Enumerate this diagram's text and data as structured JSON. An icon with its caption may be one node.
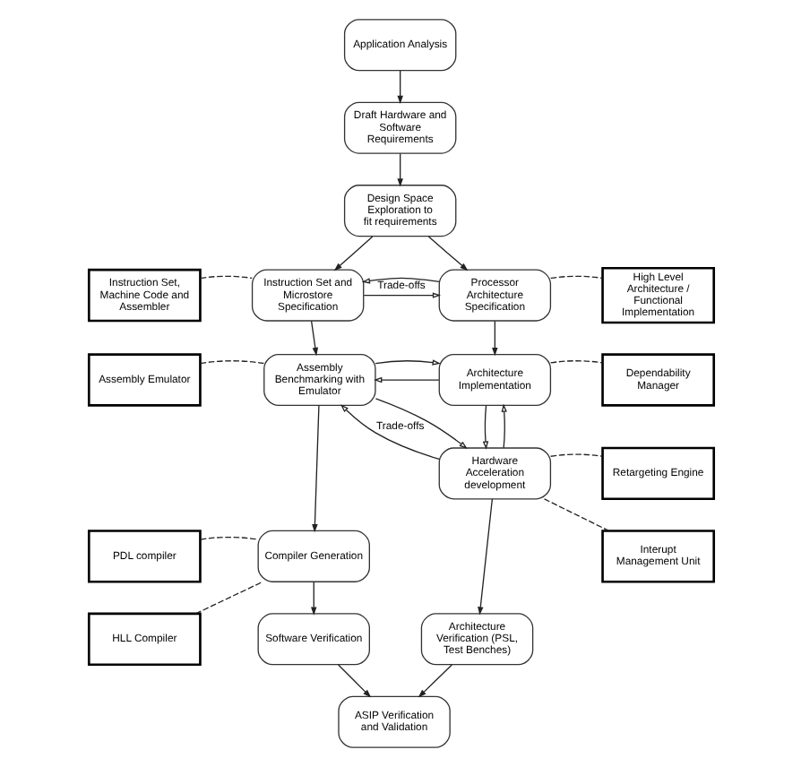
{
  "diagram": {
    "nodes": [
      {
        "text": [
          "Application Analysis"
        ]
      },
      {
        "text": [
          "Draft Hardware and Software Requirements"
        ]
      },
      {
        "text": [
          "Design Space Exploration to fit requirements"
        ]
      },
      {
        "text": [
          "Instruction Set, Machine Code and Assembler"
        ]
      },
      {
        "text": [
          "Instruction Set and Microstore Specification"
        ]
      },
      {
        "text": [
          "Processor Architecture Specification"
        ]
      },
      {
        "text": [
          "High Level Architecture / Functional Implementation"
        ]
      },
      {
        "text": [
          "Architecture Implementation"
        ]
      },
      {
        "text": [
          "Dependability Manager"
        ]
      },
      {
        "text": [
          "Assembly Emulator"
        ]
      },
      {
        "text": [
          "Assembly Benchmarking with Emulator"
        ]
      },
      {
        "text": [
          "Hardware Acceleration development"
        ]
      },
      {
        "text": [
          "Retargeting Engine"
        ]
      },
      {
        "text": [
          "PDL compiler"
        ]
      },
      {
        "text": [
          "Compiler Generation"
        ]
      },
      {
        "text": [
          "Interupt Management Unit"
        ]
      },
      {
        "text": [
          "HLL Compiler"
        ]
      },
      {
        "text": [
          "Software Verification"
        ]
      },
      {
        "text": [
          "Architecture Verification (PSL, Test Benches)"
        ]
      },
      {
        "text": [
          "ASIP Verification and Validation"
        ]
      }
    ],
    "edges": [
      {
        "from": 0,
        "to": 1,
        "arrow": "to"
      },
      {
        "from": 1,
        "to": 2,
        "arrow": "to"
      },
      {
        "from": 2,
        "to": 4,
        "arrow": "to"
      },
      {
        "from": 2,
        "to": 5,
        "arrow": "to"
      },
      {
        "from": 3,
        "to": 4,
        "arrow": "none",
        "style": "dashed"
      },
      {
        "from": 4,
        "to": 5,
        "arrow": "to",
        "label": "Trade-offs"
      },
      {
        "from": 5,
        "to": 4,
        "arrow": "to"
      },
      {
        "from": 5,
        "to": 6,
        "arrow": "none",
        "style": "dashed"
      },
      {
        "from": 4,
        "to": 10,
        "arrow": "to"
      },
      {
        "from": 5,
        "to": 7,
        "arrow": "to"
      },
      {
        "from": 7,
        "to": 8,
        "arrow": "none",
        "style": "dashed"
      },
      {
        "from": 7,
        "to": 10,
        "arrow": "to"
      },
      {
        "from": 10,
        "to": 7,
        "arrow": "to"
      },
      {
        "from": 9,
        "to": 10,
        "arrow": "none",
        "style": "dashed"
      },
      {
        "from": 11,
        "to": 10,
        "arrow": "to",
        "label": "Trade-offs"
      },
      {
        "from": 10,
        "to": 11,
        "arrow": "to"
      },
      {
        "from": 11,
        "to": 7,
        "arrow": "to"
      },
      {
        "from": 7,
        "to": 11,
        "arrow": "to"
      },
      {
        "from": 11,
        "to": 12,
        "arrow": "none",
        "style": "dashed"
      },
      {
        "from": 11,
        "to": 15,
        "arrow": "none",
        "style": "dashed"
      },
      {
        "from": 10,
        "to": 14,
        "arrow": "to"
      },
      {
        "from": 13,
        "to": 14,
        "arrow": "none",
        "style": "dashed"
      },
      {
        "from": 16,
        "to": 14,
        "arrow": "none",
        "style": "dashed"
      },
      {
        "from": 14,
        "to": 17,
        "arrow": "to"
      },
      {
        "from": 11,
        "to": 18,
        "arrow": "to"
      },
      {
        "from": 17,
        "to": 19,
        "arrow": "to"
      },
      {
        "from": 18,
        "to": 19,
        "arrow": "to"
      }
    ]
  }
}
